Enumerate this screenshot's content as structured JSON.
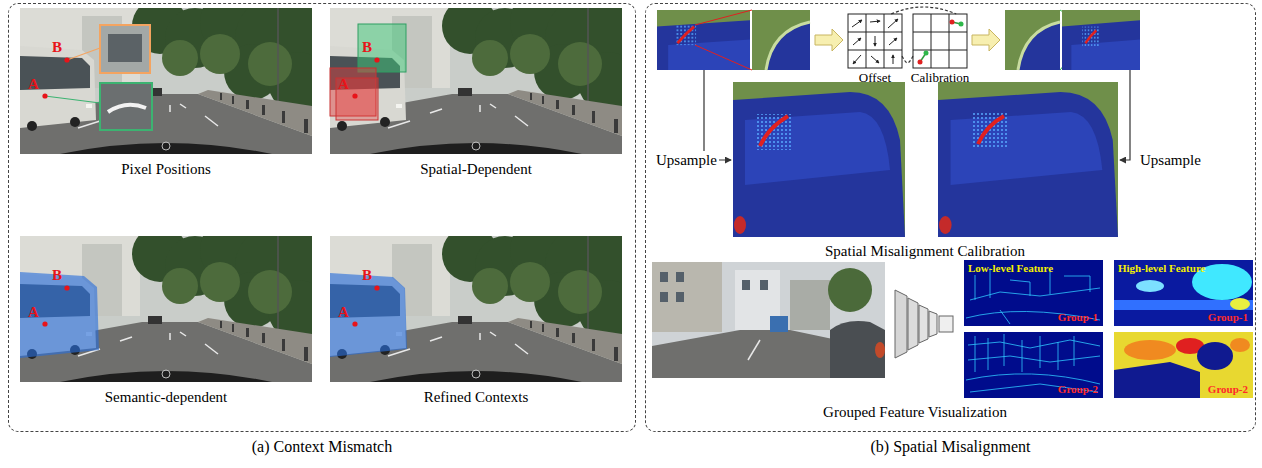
{
  "diagram": {
    "nodes": [
      {
        "text": [
          "(a) Context Mismatch"
        ]
      },
      {
        "text": [
          "B",
          "A",
          "Pixel Positions"
        ],
        "in": 0
      },
      {
        "text": [
          "B",
          "A",
          "Spatial-Dependent"
        ],
        "in": 0
      },
      {
        "text": [
          "B",
          "A",
          "Semantic-dependent"
        ],
        "in": 0
      },
      {
        "text": [
          "B",
          "A",
          "Refined Contexts"
        ],
        "in": 0
      },
      {
        "text": [
          "(b) Spatial Misalignment"
        ]
      },
      {
        "text": [
          "Offset"
        ],
        "in": 5
      },
      {
        "text": [
          "Calibration"
        ],
        "in": 5
      },
      {
        "text": [
          "Low-level Feature",
          "Group-1"
        ],
        "in": 5
      },
      {
        "text": [
          "High-level Feature",
          "Group-1"
        ],
        "in": 5
      },
      {
        "text": [
          "Group-2"
        ],
        "in": 5
      },
      {
        "text": [
          "Group-2"
        ],
        "in": 5
      }
    ],
    "edges": [
      {
        "from": 6,
        "to": 7,
        "arrow": "none"
      },
      {
        "from": 6,
        "to": 7,
        "arrow": "none"
      }
    ],
    "labels": [
      "Upsample",
      "Upsample",
      "Spatial Misalignment Calibration",
      "Grouped Feature Visualization"
    ]
  }
}
